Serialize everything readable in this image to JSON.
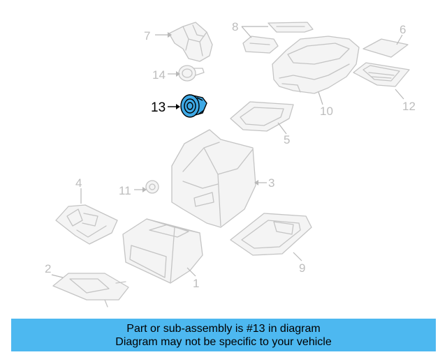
{
  "callouts": {
    "c1": "1",
    "c2": "2",
    "c3": "3",
    "c4": "4",
    "c5": "5",
    "c6": "6",
    "c7": "7",
    "c8": "8",
    "c9": "9",
    "c10": "10",
    "c11": "11",
    "c12": "12",
    "c13": "13",
    "c14": "14"
  },
  "highlighted_part": "13",
  "highlight_color": "#3ea9e6",
  "banner": {
    "line1": "Part or sub-assembly is #13 in diagram",
    "line2": "Diagram may not be specific to your vehicle",
    "color": "#4db8f0"
  }
}
